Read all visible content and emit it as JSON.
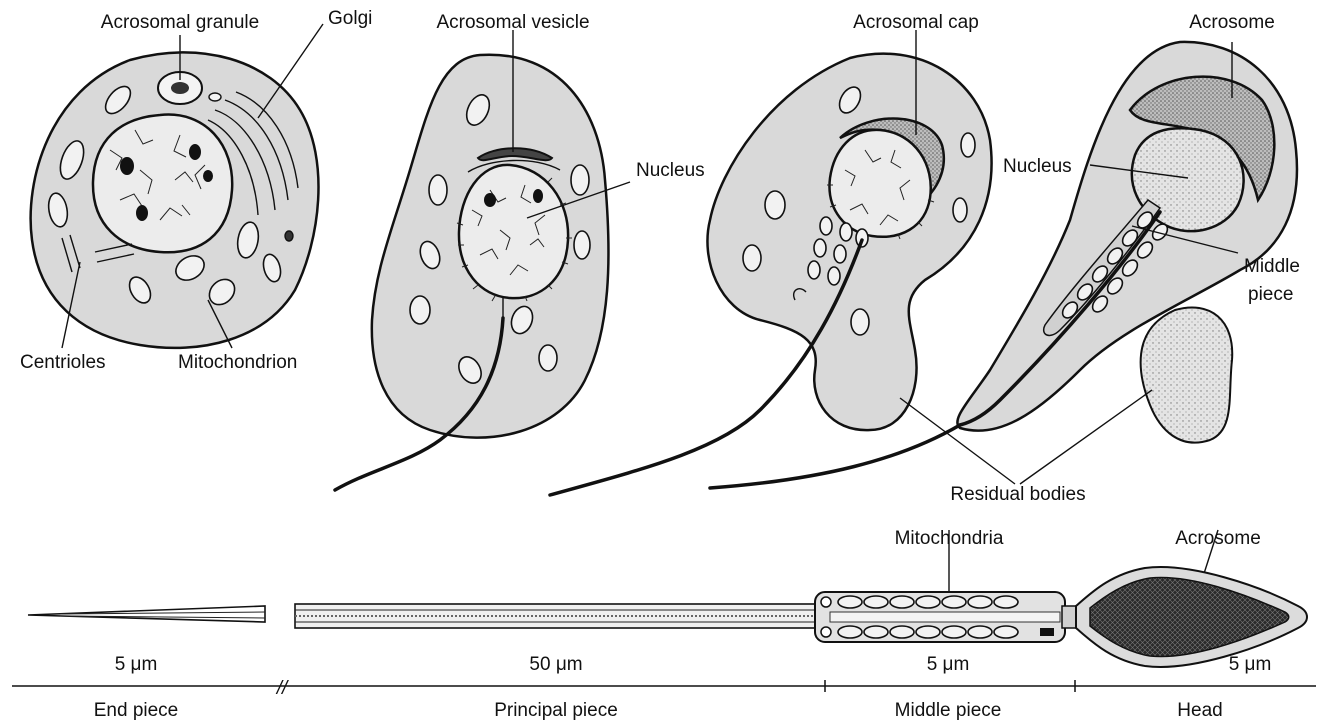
{
  "labels": {
    "acrosomal_granule": "Acrosomal granule",
    "golgi": "Golgi",
    "centrioles": "Centrioles",
    "mitochondrion": "Mitochondrion",
    "acrosomal_vesicle": "Acrosomal vesicle",
    "nucleus_1": "Nucleus",
    "acrosomal_cap": "Acrosomal cap",
    "acrosome_top": "Acrosome",
    "nucleus_2": "Nucleus",
    "middle_piece_top_line1": "Middle",
    "middle_piece_top_line2": "piece",
    "residual_bodies": "Residual bodies",
    "mitochondria": "Mitochondria",
    "acrosome_bottom": "Acrosome"
  },
  "scale": {
    "end_piece_length": "5 μm",
    "principal_piece_length": "50 μm",
    "middle_piece_length": "5 μm",
    "head_length": "5 μm",
    "end_piece": "End piece",
    "principal_piece": "Principal piece",
    "middle_piece": "Middle piece",
    "head": "Head",
    "break_mark": "//"
  }
}
